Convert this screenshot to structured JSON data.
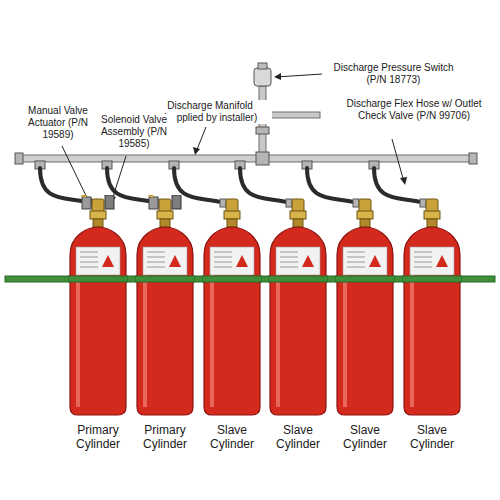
{
  "diagram": {
    "nodes": [
      {
        "text": [
          "Primary Cylinder"
        ]
      },
      {
        "text": [
          "Primary Cylinder"
        ]
      },
      {
        "text": [
          "Slave Cylinder"
        ]
      },
      {
        "text": [
          "Slave Cylinder"
        ]
      },
      {
        "text": [
          "Slave Cylinder"
        ]
      },
      {
        "text": [
          "Slave Cylinder"
        ]
      }
    ],
    "labels": [
      "Discharge Pressure Switch (P/N 18773)",
      "Discharge Manifold (supplied by installer)",
      "Manual Valve Actuator (P/N 19589)",
      "Solenoid Valve Assembly (P/N 19585)",
      "Discharge Flex Hose w/ Outlet Check Valve (P/N 99706)"
    ]
  }
}
